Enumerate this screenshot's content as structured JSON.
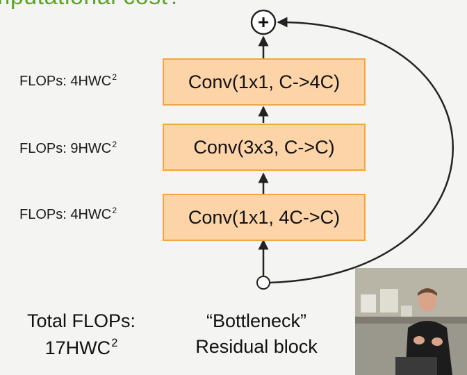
{
  "heading": "mputational cost?",
  "layers": [
    {
      "label": "Conv(1x1, C->4C)",
      "flops_prefix": "FLOPs: 4HWC",
      "flops_exp": "2"
    },
    {
      "label": "Conv(3x3, C->C)",
      "flops_prefix": "FLOPs: 9HWC",
      "flops_exp": "2"
    },
    {
      "label": "Conv(1x1, 4C->C)",
      "flops_prefix": "FLOPs: 4HWC",
      "flops_exp": "2"
    }
  ],
  "sum_symbol": "+",
  "total": {
    "line1": "Total FLOPs:",
    "line2_prefix": "17HWC",
    "line2_exp": "2"
  },
  "caption": {
    "line1": "“Bottleneck”",
    "line2": "Residual block"
  },
  "colors": {
    "heading": "#5aa52a",
    "box_fill": "#fcd4a8",
    "box_border": "#f0a646"
  }
}
